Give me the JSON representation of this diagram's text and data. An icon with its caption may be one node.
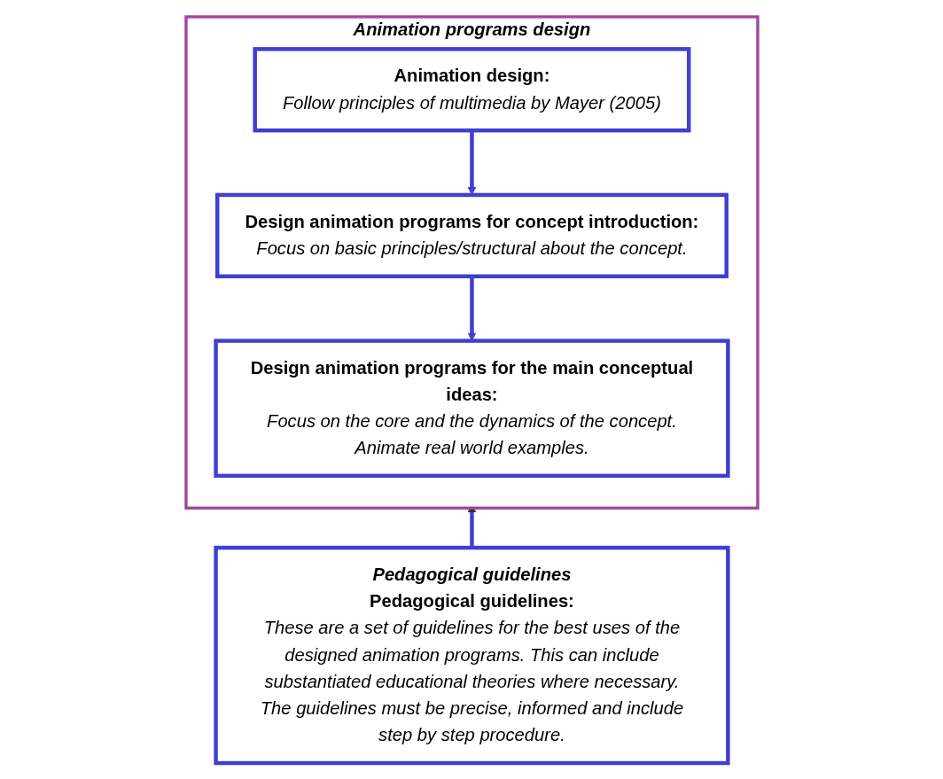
{
  "diagram": {
    "nodes": [
      {
        "text": [
          "Animation programs design"
        ]
      },
      {
        "text": [
          "Animation design:",
          "Follow principles of multimedia by Mayer (2005)"
        ],
        "in": 0
      },
      {
        "text": [
          "Design animation programs for concept introduction:",
          "Focus on basic principles/structural about the concept."
        ],
        "in": 0
      },
      {
        "text": [
          "Design animation programs for the main conceptual ideas:",
          "Focus on the core and the dynamics of the concept.",
          "Animate real world examples."
        ],
        "in": 0
      },
      {
        "text": [
          "Pedagogical guidelines",
          "Pedagogical guidelines:",
          "These are a set of guidelines for the best uses of the designed animation programs. This can include substantiated educational theories where necessary.",
          "The guidelines must be precise, informed and include step by step procedure."
        ]
      }
    ],
    "edges": [
      {
        "from": 1,
        "to": 2,
        "arrow": "to"
      },
      {
        "from": 2,
        "to": 3,
        "arrow": "to"
      },
      {
        "from": 4,
        "to": 0,
        "arrow": "to"
      }
    ]
  }
}
